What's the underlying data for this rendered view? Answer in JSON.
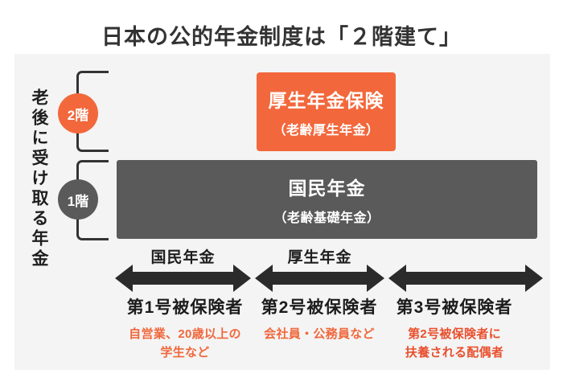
{
  "title": "日本の公的年金制度は「２階建て」",
  "side_label": "老後に受け取る年金",
  "colors": {
    "accent": "#F2683C",
    "gray_box": "#5A5A5A",
    "arrow": "#2B2B2B",
    "panel": "#F4F4F4",
    "ink": "#333333",
    "line": "#333333",
    "desc_orange": "#F0683C",
    "desc_red": "#E8502E"
  },
  "floors": {
    "second": {
      "badge": "2階",
      "box_title": "厚生年金保険",
      "box_subtitle": "（老齢厚生年金）"
    },
    "first": {
      "badge": "1階",
      "box_title": "国民年金",
      "box_subtitle": "（老齢基礎年金）"
    }
  },
  "arrow_labels": {
    "first": "国民年金",
    "second": "厚生年金"
  },
  "categories": [
    {
      "name": "第1号被保険者",
      "description": "自営業、20歳以上の\n学生など"
    },
    {
      "name": "第2号被保険者",
      "description": "会社員・公務員など"
    },
    {
      "name": "第3号被保険者",
      "description": "第2号被保険者に\n扶養される配偶者"
    }
  ]
}
